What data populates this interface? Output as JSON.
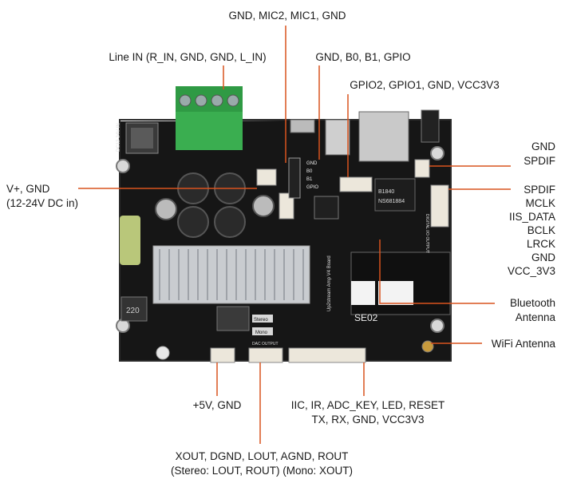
{
  "labels": {
    "gnd_mic": "GND, MIC2, MIC1, GND",
    "line_in": "Line IN (R_IN, GND, GND, L_IN)",
    "gnd_b0": "GND, B0, B1, GPIO",
    "gpio2": "GPIO2, GPIO1, GND, VCC3V3",
    "gnd_spdif_1": "GND",
    "gnd_spdif_2": "SPDIF",
    "power_1": "V+, GND",
    "power_2": "(12-24V DC in)",
    "i2s": [
      "SPDIF",
      "MCLK",
      "IIS_DATA",
      "BCLK",
      "LRCK",
      "GND",
      "VCC_3V3"
    ],
    "bt_1": "Bluetooth",
    "bt_2": "Antenna",
    "wifi": "WiFi Antenna",
    "pwr5v": "+5V, GND",
    "iic_1": "IIC, IR, ADC_KEY, LED, RESET",
    "iic_2": "TX, RX, GND, VCC3V3",
    "dac_1": "XOUT, DGND, LOUT, AGND, ROUT",
    "dac_2": "(Stereo: LOUT, ROUT) (Mono: XOUT)"
  },
  "board_text": {
    "dc_label": "DC12-24V IN",
    "stereo": "Stereo",
    "mono": "Mono",
    "dac_output": "DAC OUTPUT",
    "model": "Up2stream Amp V4 Board",
    "module": "SE02",
    "io": [
      "GND",
      "B0",
      "B1",
      "GPIO"
    ],
    "digital_io": "DIGITAL I/O OUTPUT",
    "chip1": "B1840",
    "chip2": "NS681884",
    "inductor": "220"
  },
  "colors": {
    "board": "#161616",
    "terminal": "#35a04a",
    "heatsink": "#c9ccd0",
    "leader": "#d9531e"
  }
}
